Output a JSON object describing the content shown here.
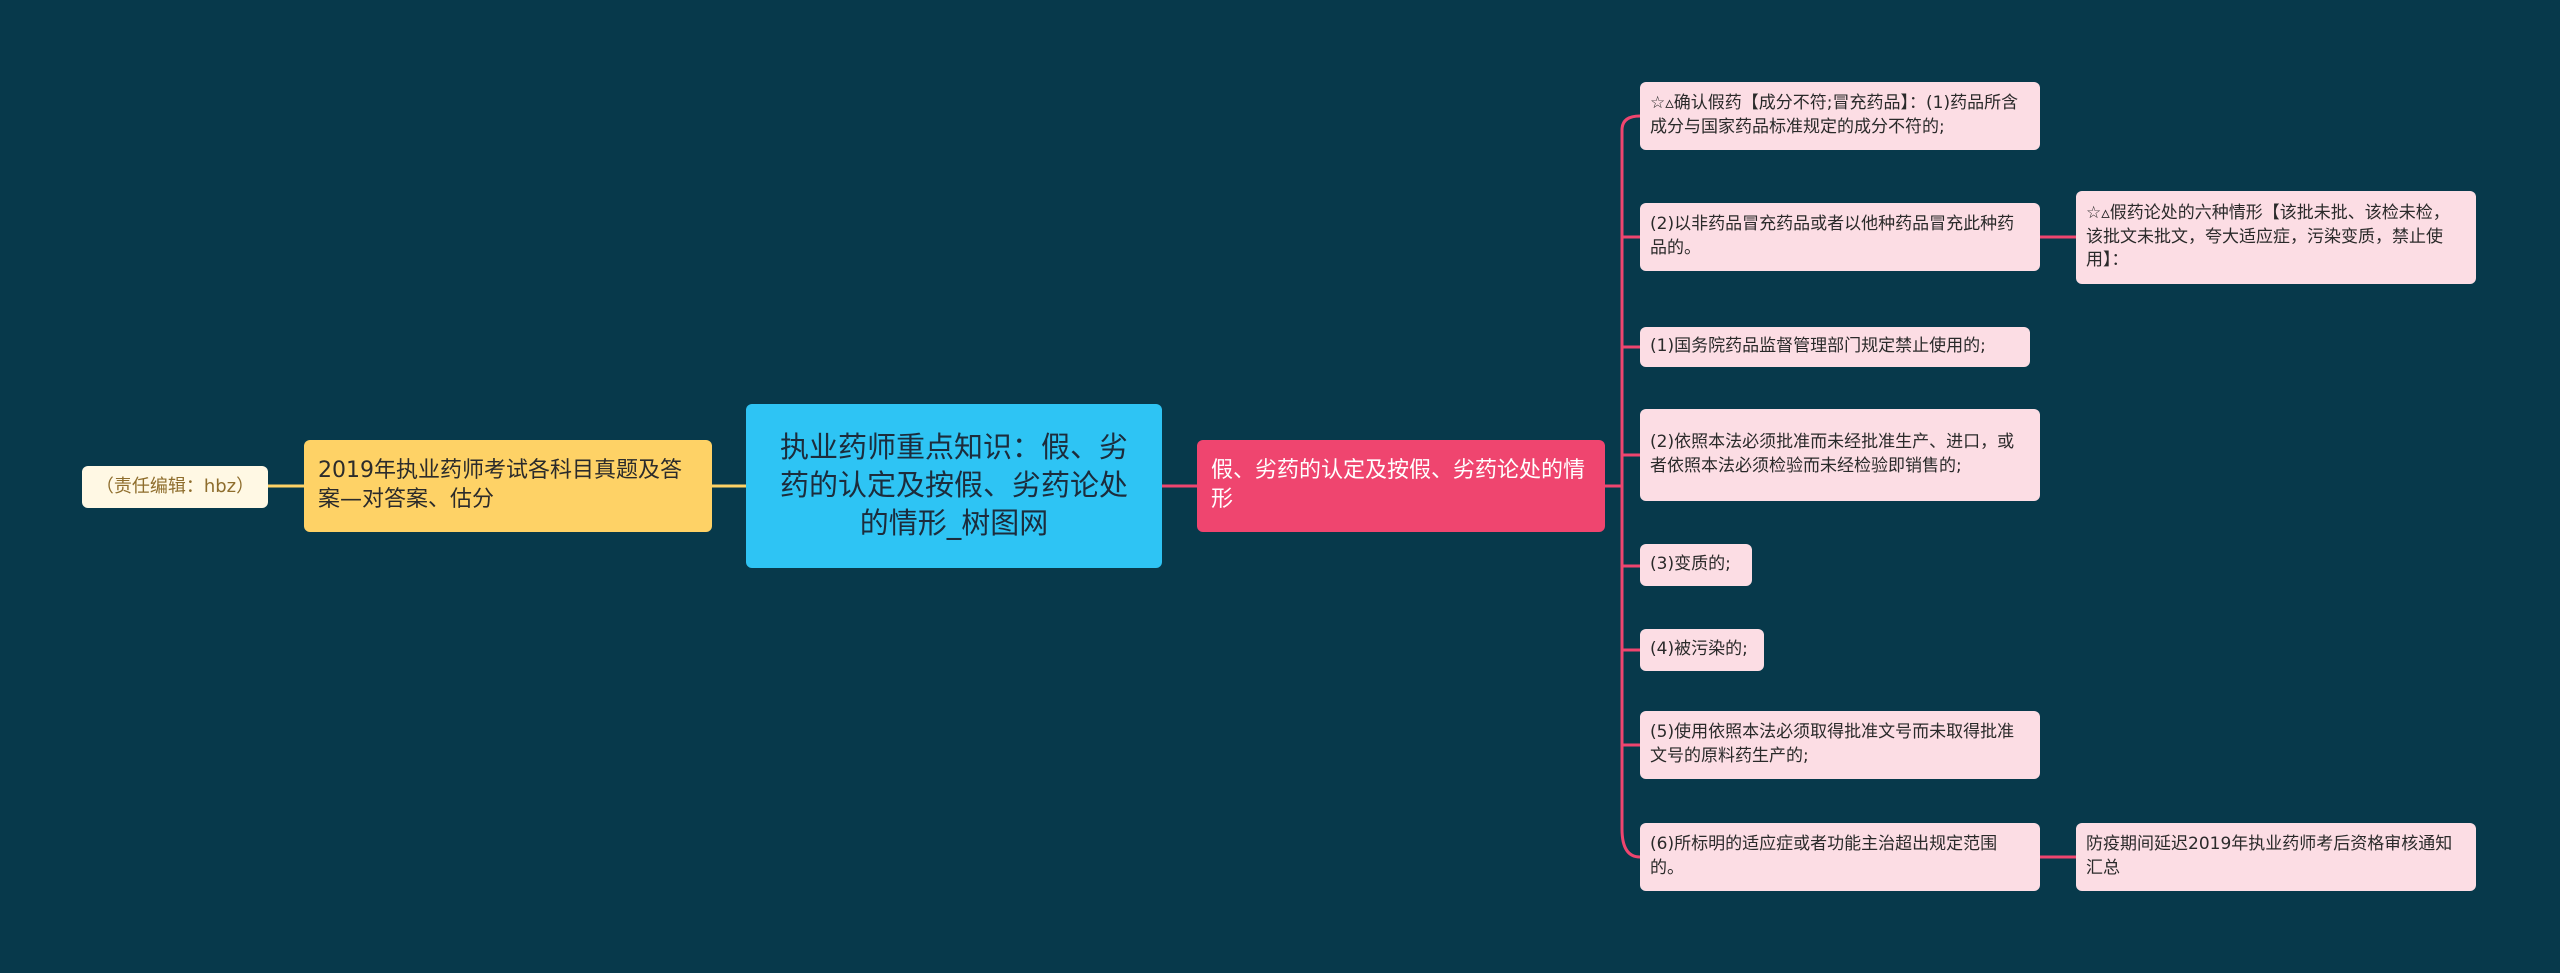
{
  "root": {
    "text": "执业药师重点知识：假、劣药的认定及按假、劣药论处的情形_树图网"
  },
  "left": {
    "text": "2019年执业药师考试各科目真题及答案—对答案、估分",
    "child": {
      "text": "（责任编辑：hbz）"
    }
  },
  "right": {
    "text": "假、劣药的认定及按假、劣药论处的情形",
    "children": [
      {
        "text": "☆▵确认假药【成分不符;冒充药品】：(1)药品所含成分与国家药品标准规定的成分不符的;"
      },
      {
        "text": "(2)以非药品冒充药品或者以他种药品冒充此种药品的。",
        "child": "☆▵假药论处的六种情形【该批未批、该检未检，该批文未批文，夸大适应症，污染变质，禁止使用】："
      },
      {
        "text": "(1)国务院药品监督管理部门规定禁止使用的;"
      },
      {
        "text": "(2)依照本法必须批准而未经批准生产、进口，或者依照本法必须检验而未经检验即销售的;"
      },
      {
        "text": "(3)变质的;"
      },
      {
        "text": "(4)被污染的;"
      },
      {
        "text": "(5)使用依照本法必须取得批准文号而未取得批准文号的原料药生产的;"
      },
      {
        "text": "(6)所标明的适应症或者功能主治超出规定范围的。",
        "child": "防疫期间延迟2019年执业药师考后资格审核通知汇总"
      }
    ]
  },
  "colors": {
    "background": "#07394b",
    "root": "#2ec4f4",
    "left_branch": "#fed266",
    "right_branch": "#ef456f",
    "leaf": "#fcdde4",
    "note": "#fff8e4"
  }
}
